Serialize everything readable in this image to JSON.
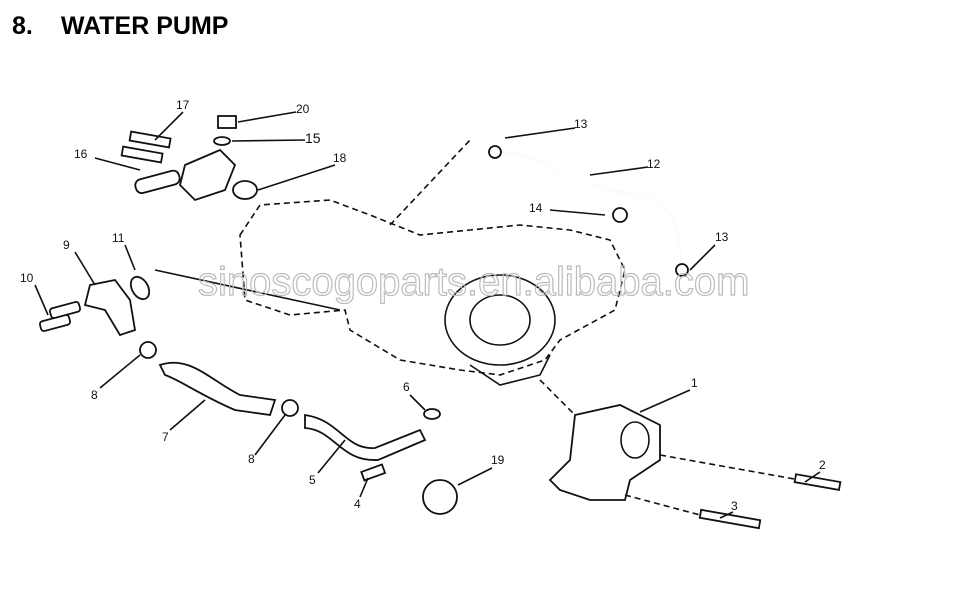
{
  "title": {
    "number": "8.",
    "text": "WATER PUMP"
  },
  "watermark": "sinoscogoparts.en.alibaba.com",
  "callouts": [
    {
      "id": "c17",
      "label": "17"
    },
    {
      "id": "c20",
      "label": "20"
    },
    {
      "id": "c15",
      "label": "15"
    },
    {
      "id": "c16",
      "label": "16"
    },
    {
      "id": "c18",
      "label": "18"
    },
    {
      "id": "c13a",
      "label": "13"
    },
    {
      "id": "c12",
      "label": "12"
    },
    {
      "id": "c14",
      "label": "14"
    },
    {
      "id": "c13b",
      "label": "13"
    },
    {
      "id": "c11",
      "label": "11"
    },
    {
      "id": "c9",
      "label": "9"
    },
    {
      "id": "c10",
      "label": "10"
    },
    {
      "id": "c8a",
      "label": "8"
    },
    {
      "id": "c7",
      "label": "7"
    },
    {
      "id": "c8b",
      "label": "8"
    },
    {
      "id": "c6",
      "label": "6"
    },
    {
      "id": "c5",
      "label": "5"
    },
    {
      "id": "c4",
      "label": "4"
    },
    {
      "id": "c19",
      "label": "19"
    },
    {
      "id": "c1",
      "label": "1"
    },
    {
      "id": "c2",
      "label": "2"
    },
    {
      "id": "c3",
      "label": "3"
    }
  ]
}
